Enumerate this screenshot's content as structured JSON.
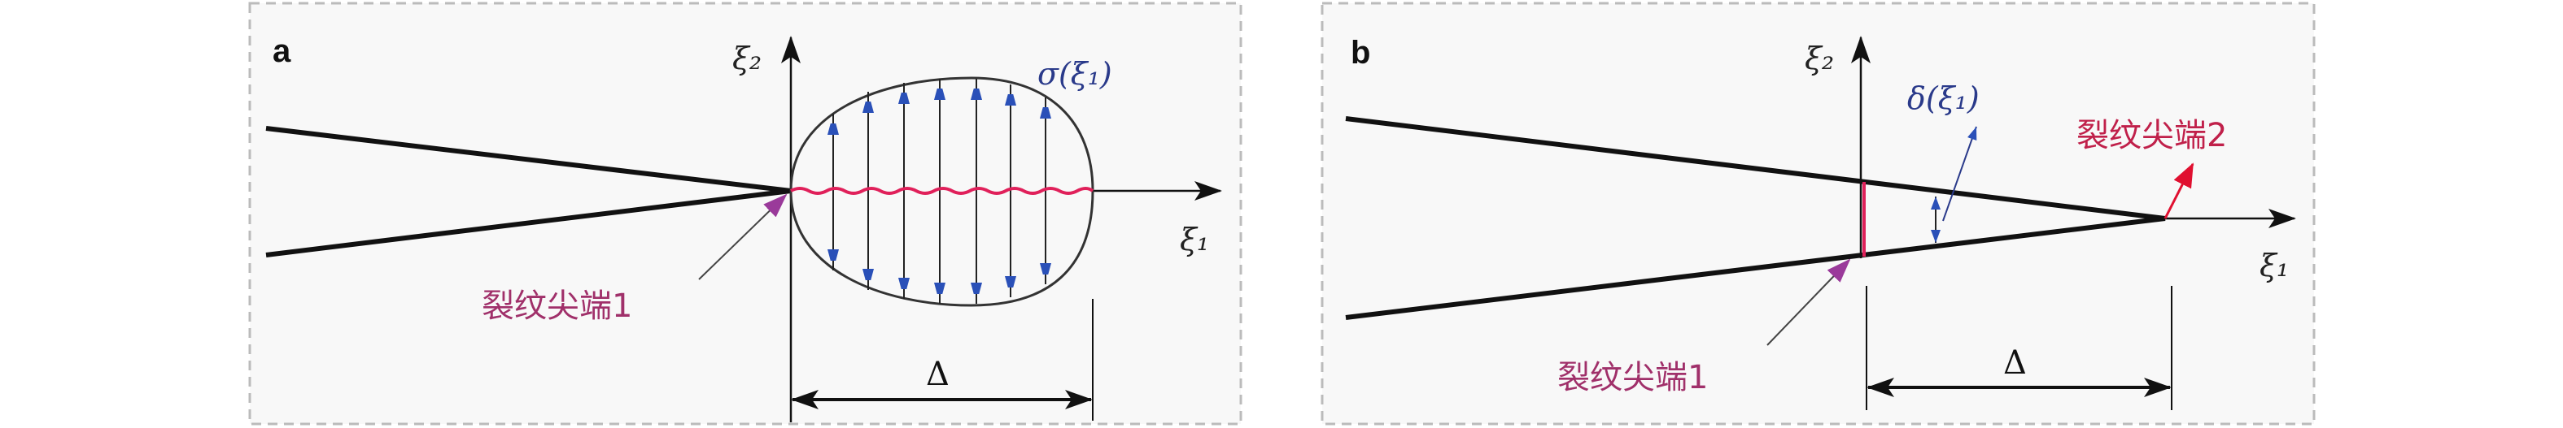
{
  "panel_a": {
    "label": "a",
    "axis_x": "ξ₁",
    "axis_y": "ξ₂",
    "stress_label": "σ(ξ₁)",
    "tip_label": "裂纹尖端1",
    "length_label": "Δ"
  },
  "panel_b": {
    "label": "b",
    "axis_x": "ξ₁",
    "axis_y": "ξ₂",
    "opening_label": "δ(ξ₁)",
    "tip1_label": "裂纹尖端1",
    "tip2_label": "裂纹尖端2",
    "length_label": "Δ"
  },
  "colors": {
    "crack": "#111111",
    "stress": "#2a3a9a",
    "tip_marker": "#9a3a9a",
    "cohesive": "#e0205a",
    "border": "#bbbbbb"
  }
}
